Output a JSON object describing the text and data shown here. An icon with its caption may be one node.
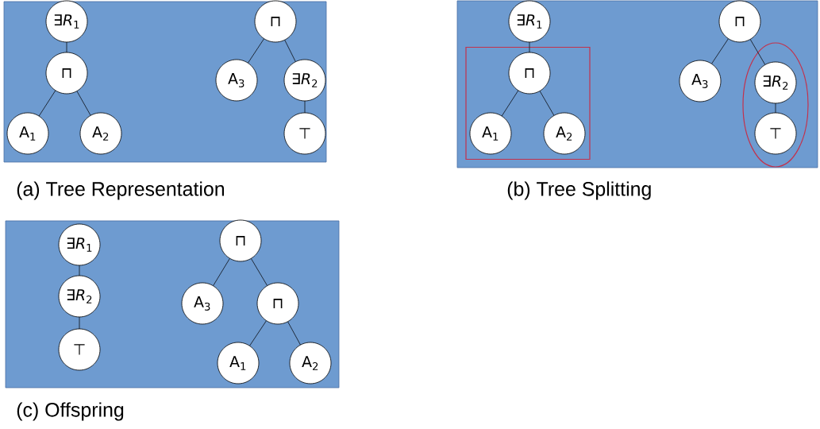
{
  "diagram": {
    "nodes": [
      {
        "text": [],
        "shape": "box",
        "beside": [
          "(a) Tree Representation"
        ]
      },
      {
        "text": [
          "∃*R*$_{1}$"
        ],
        "in": 0
      },
      {
        "text": [
          "⊓"
        ],
        "in": 0
      },
      {
        "text": [
          "A$_{1}$"
        ],
        "in": 0
      },
      {
        "text": [
          "A$_{2}$"
        ],
        "in": 0
      },
      {
        "text": [
          "⊓"
        ],
        "in": 0
      },
      {
        "text": [
          "A$_{3}$"
        ],
        "in": 0
      },
      {
        "text": [
          "∃*R*$_{2}$"
        ],
        "in": 0
      },
      {
        "text": [
          "⊤"
        ],
        "in": 0
      },
      {
        "text": [],
        "shape": "box",
        "beside": [
          "(b) Tree Splitting"
        ]
      },
      {
        "text": [
          "∃*R*$_{1}$"
        ],
        "in": 9
      },
      {
        "text": [],
        "shape": "box",
        "in": 9
      },
      {
        "text": [
          "⊓"
        ],
        "in": 11
      },
      {
        "text": [
          "A$_{1}$"
        ],
        "in": 11
      },
      {
        "text": [
          "A$_{2}$"
        ],
        "in": 11
      },
      {
        "text": [
          "⊓"
        ],
        "in": 9
      },
      {
        "text": [
          "A$_{3}$"
        ],
        "in": 9
      },
      {
        "text": [],
        "shape": "ellipse",
        "in": 9
      },
      {
        "text": [
          "∃*R*$_{2}$"
        ],
        "in": 17
      },
      {
        "text": [
          "⊤"
        ],
        "in": 17
      },
      {
        "text": [],
        "shape": "box",
        "beside": [
          "(c) Offspring"
        ]
      },
      {
        "text": [
          "∃*R*$_{1}$"
        ],
        "in": 20
      },
      {
        "text": [
          "∃*R*$_{2}$"
        ],
        "in": 20
      },
      {
        "text": [
          "⊤"
        ],
        "in": 20
      },
      {
        "text": [
          "⊓"
        ],
        "in": 20
      },
      {
        "text": [
          "A$_{3}$"
        ],
        "in": 20
      },
      {
        "text": [
          "⊓"
        ],
        "in": 20
      },
      {
        "text": [
          "A$_{1}$"
        ],
        "in": 20
      },
      {
        "text": [
          "A$_{2}$"
        ],
        "in": 20
      }
    ],
    "edges": [
      {
        "from": 1,
        "to": 2,
        "arrow": "none"
      },
      {
        "from": 2,
        "to": 3,
        "arrow": "none"
      },
      {
        "from": 2,
        "to": 4,
        "arrow": "none"
      },
      {
        "from": 5,
        "to": 6,
        "arrow": "none"
      },
      {
        "from": 5,
        "to": 7,
        "arrow": "none"
      },
      {
        "from": 7,
        "to": 8,
        "arrow": "none"
      },
      {
        "from": 10,
        "to": 12,
        "arrow": "none"
      },
      {
        "from": 12,
        "to": 13,
        "arrow": "none"
      },
      {
        "from": 12,
        "to": 14,
        "arrow": "none"
      },
      {
        "from": 15,
        "to": 16,
        "arrow": "none"
      },
      {
        "from": 15,
        "to": 18,
        "arrow": "none"
      },
      {
        "from": 18,
        "to": 19,
        "arrow": "none"
      },
      {
        "from": 21,
        "to": 22,
        "arrow": "none"
      },
      {
        "from": 22,
        "to": 23,
        "arrow": "none"
      },
      {
        "from": 24,
        "to": 25,
        "arrow": "none"
      },
      {
        "from": 24,
        "to": 26,
        "arrow": "none"
      },
      {
        "from": 26,
        "to": 27,
        "arrow": "none"
      },
      {
        "from": 26,
        "to": 28,
        "arrow": "none"
      }
    ]
  }
}
